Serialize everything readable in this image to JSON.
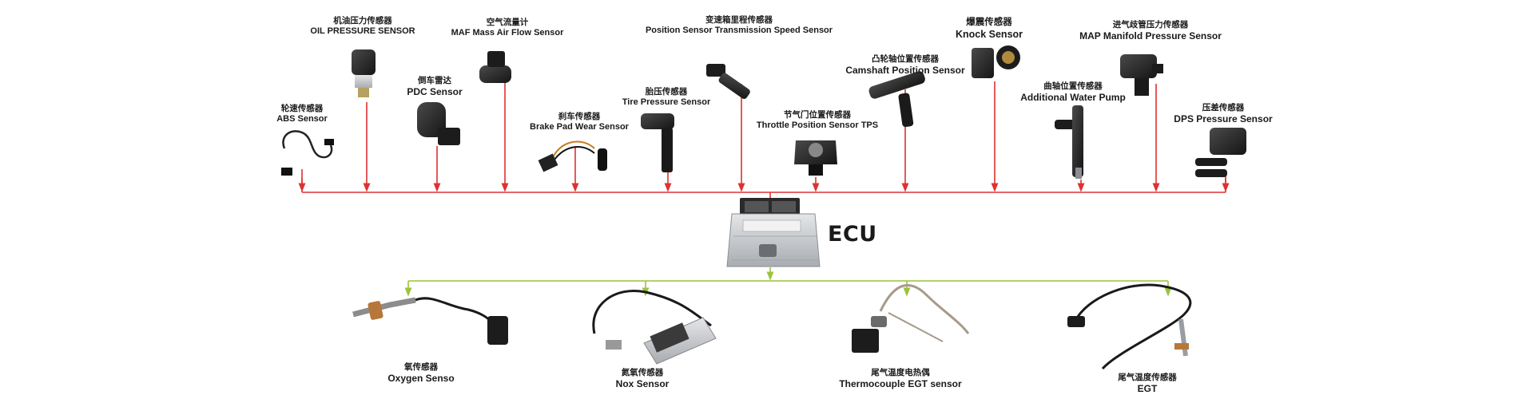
{
  "ecu": {
    "label": "ECU"
  },
  "top_sensors": [
    {
      "cn": "轮速传感器",
      "en": "ABS Sensor"
    },
    {
      "cn": "机油压力传感器",
      "en": "OIL PRESSURE SENSOR"
    },
    {
      "cn": "倒车雷达",
      "en": "PDC Sensor"
    },
    {
      "cn": "空气流量计",
      "en": "MAF Mass Air Flow Sensor"
    },
    {
      "cn": "刹车传感器",
      "en": "Brake Pad Wear Sensor"
    },
    {
      "cn": "胎压传感器",
      "en": "Tire Pressure Sensor"
    },
    {
      "cn": "变速箱里程传感器",
      "en": "Position Sensor Transmission Speed Sensor"
    },
    {
      "cn": "节气门位置传感器",
      "en": "Throttle Position Sensor TPS"
    },
    {
      "cn": "凸轮轴位置传感器",
      "en": "Camshaft Position Sensor"
    },
    {
      "cn": "爆震传感器",
      "en": "Knock Sensor"
    },
    {
      "cn": "曲轴位置传感器",
      "en": "Additional Water Pump"
    },
    {
      "cn": "进气歧管压力传感器",
      "en": "MAP Manifold Pressure Sensor"
    },
    {
      "cn": "压差传感器",
      "en": "DPS Pressure Sensor"
    }
  ],
  "bottom_sensors": [
    {
      "cn": "氧传感器",
      "en": "Oxygen Senso"
    },
    {
      "cn": "氮氧传感器",
      "en": "Nox Sensor"
    },
    {
      "cn": "尾气温度电热偶",
      "en": "Thermocouple  EGT sensor"
    },
    {
      "cn": "尾气温度传感器",
      "en": "EGT"
    }
  ],
  "colors": {
    "bus_top": "#e03030",
    "bus_bottom": "#9ac43c",
    "sensor_body": "#2b2b2b",
    "ecu_body": "#c9ccd0"
  }
}
